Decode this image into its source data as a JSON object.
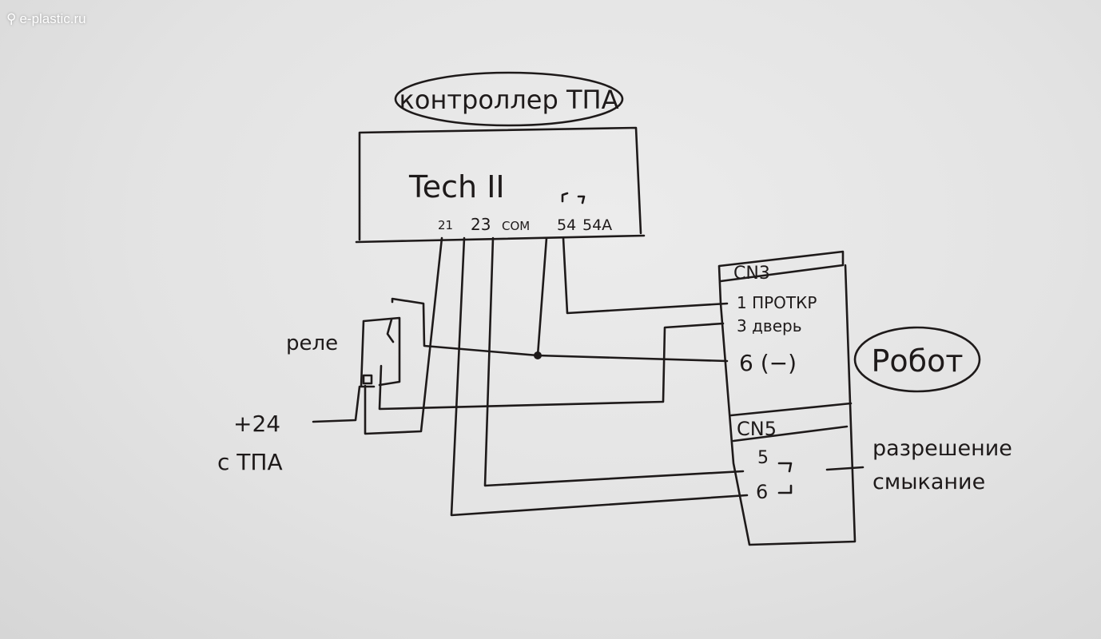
{
  "watermark": "e-plastic.ru",
  "controller": {
    "caption": "контроллер ТПА",
    "model": "Tech II",
    "pins": [
      "21",
      "23",
      "COM",
      "54",
      "54A"
    ]
  },
  "relay": {
    "label": "реле"
  },
  "power": {
    "line1": "+24",
    "line2": "с ТПА"
  },
  "robot": {
    "caption": "Робот",
    "cn3": {
      "title": "CN3",
      "pins": [
        "1 ПРОТКР",
        "3 дверь",
        "6 (−)"
      ]
    },
    "cn5": {
      "title": "CN5",
      "pins": [
        "5",
        "6"
      ]
    },
    "note_line1": "разрешение",
    "note_line2": "смыкание"
  }
}
